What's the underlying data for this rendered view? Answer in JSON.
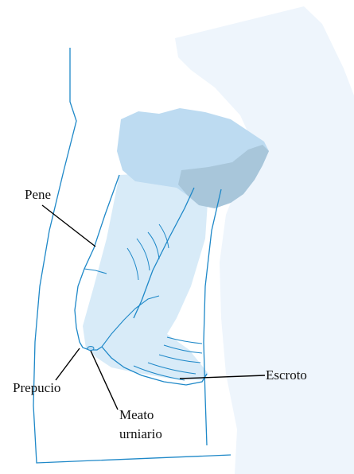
{
  "labels": {
    "pene": "Pene",
    "prepucio": "Prepucio",
    "escroto": "Escroto",
    "meato_line1": "Meato",
    "meato_line2": "urniario"
  },
  "colors": {
    "outline": "#1e88c8",
    "shade_light": "#d8ebf8",
    "shade_mid": "#bddbf1",
    "shade_dark": "#a8c6da",
    "background_body": "#eef5fc",
    "leader": "#000000"
  }
}
